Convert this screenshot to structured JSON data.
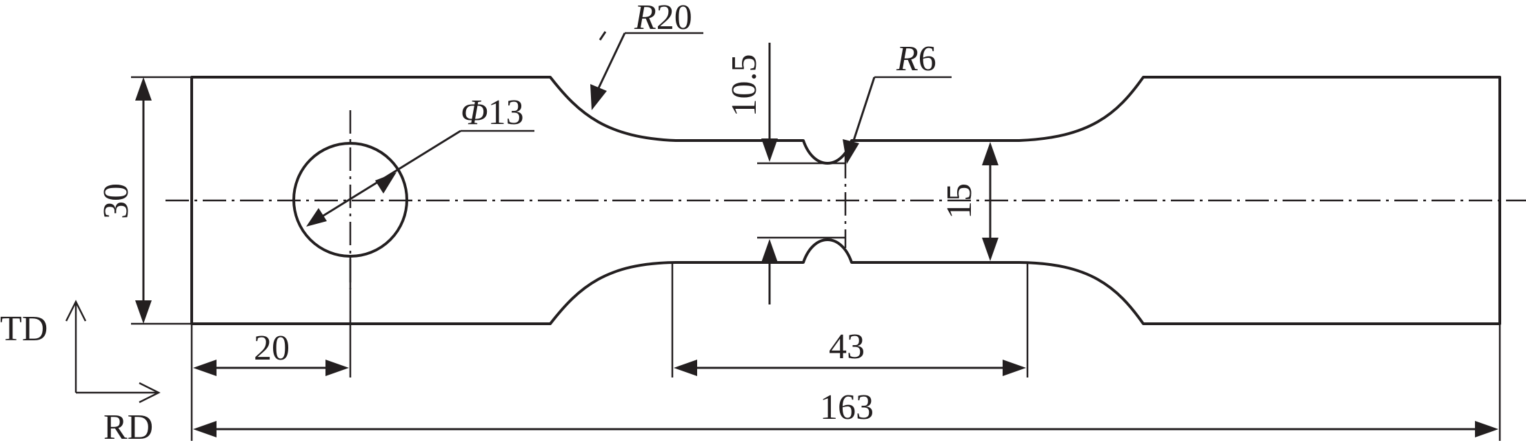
{
  "figure": {
    "dimensions": {
      "total_length": "163",
      "grip_width": "30",
      "hole_offset": "20",
      "gauge_length": "43",
      "gauge_width": "15",
      "notch_ligament": "10.5"
    },
    "callouts": {
      "fillet_radius_letter": "R",
      "fillet_radius_value": "20",
      "notch_radius_letter": "R",
      "notch_radius_value": "6",
      "hole_diameter_symbol": "Φ",
      "hole_diameter_value": "13"
    },
    "axes": {
      "transverse": "TD",
      "rolling": "RD"
    }
  }
}
